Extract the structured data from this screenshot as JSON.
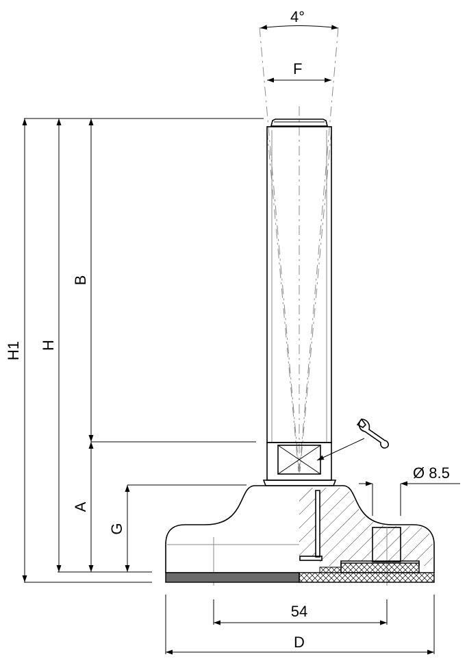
{
  "dimensions": {
    "angle": "4°",
    "thread": "F",
    "h1": "H1",
    "h": "H",
    "b": "B",
    "a": "A",
    "g": "G",
    "hole": "Ø 8.5",
    "spacing": "54",
    "diameter": "D"
  },
  "icons": {
    "wrench": "wrench-icon"
  }
}
